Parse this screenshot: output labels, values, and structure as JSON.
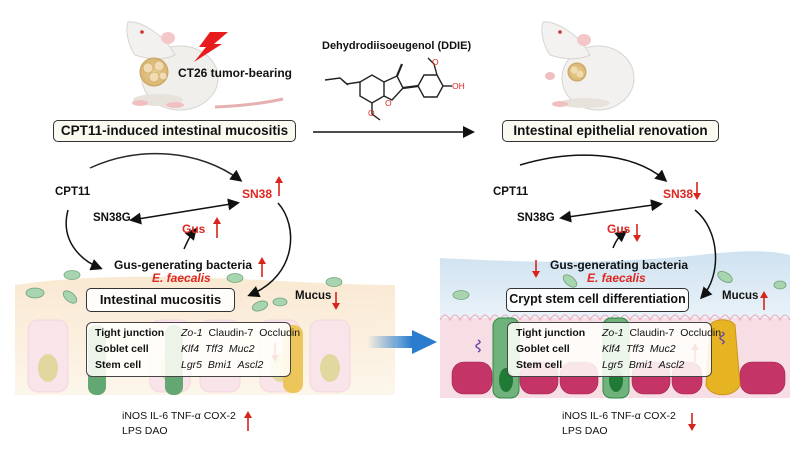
{
  "top": {
    "left_label": "CT26 tumor-bearing",
    "left_box": "CPT11-induced intestinal mucositis",
    "compound_title": "Dehydrodiisoeugenol (DDIE)",
    "compound_oh": "OH",
    "compound_o": "O",
    "right_box": "Intestinal epithelial renovation"
  },
  "left_panel": {
    "cpt11": "CPT11",
    "sn38": "SN38",
    "sn38g": "SN38G",
    "gus": "Gus",
    "bacteria": "Gus-generating bacteria",
    "species": "E. faecalis",
    "state_box": "Intestinal mucositis",
    "mucus": "Mucus",
    "markers": [
      {
        "label": "Tight junction",
        "values": [
          "Zo-1",
          "Claudin-7",
          "Occludin"
        ],
        "italic": [
          true,
          false,
          false
        ]
      },
      {
        "label": "Goblet cell",
        "values": [
          "Klf4",
          "Tff3",
          "Muc2"
        ],
        "italic": [
          true,
          true,
          true
        ]
      },
      {
        "label": "Stem cell",
        "values": [
          "Lgr5",
          "Bmi1",
          "Ascl2"
        ],
        "italic": [
          true,
          true,
          true
        ]
      }
    ],
    "markers_trend": "down",
    "inflammation_line1": "iNOS  IL-6  TNF-α  COX-2",
    "inflammation_line2": "LPS  DAO",
    "inflammation_trend": "up",
    "sn38_trend": "up",
    "gus_trend": "up",
    "bacteria_trend": "up",
    "mucus_trend": "down"
  },
  "right_panel": {
    "cpt11": "CPT11",
    "sn38": "SN38",
    "sn38g": "SN38G",
    "gus": "Gus",
    "bacteria": "Gus-generating bacteria",
    "species": "E. faecalis",
    "state_box": "Crypt stem cell differentiation",
    "mucus": "Mucus",
    "markers": [
      {
        "label": "Tight junction",
        "values": [
          "Zo-1",
          "Claudin-7",
          "Occludin"
        ],
        "italic": [
          true,
          false,
          false
        ]
      },
      {
        "label": "Goblet cell",
        "values": [
          "Klf4",
          "Tff3",
          "Muc2"
        ],
        "italic": [
          true,
          true,
          true
        ]
      },
      {
        "label": "Stem cell",
        "values": [
          "Lgr5",
          "Bmi1",
          "Ascl2"
        ],
        "italic": [
          true,
          true,
          true
        ]
      }
    ],
    "markers_trend": "up",
    "inflammation_line1": "iNOS  IL-6  TNF-α  COX-2",
    "inflammation_line2": "LPS  DAO",
    "inflammation_trend": "down",
    "sn38_trend": "down",
    "gus_trend": "down",
    "bacteria_trend": "down",
    "mucus_trend": "up"
  },
  "colors": {
    "red": "#e0261f",
    "blue_arrow": "#2a7ccc",
    "mucus_left": "#f8e6cc",
    "mucus_right": "#d5e6f2",
    "bacteria": "#a8d4b0",
    "goblet_green": "#2f8a45",
    "paneth_yellow": "#e6b423",
    "enterocyte_pink": "#f2c8d2",
    "nucleus_magenta": "#c43466"
  }
}
